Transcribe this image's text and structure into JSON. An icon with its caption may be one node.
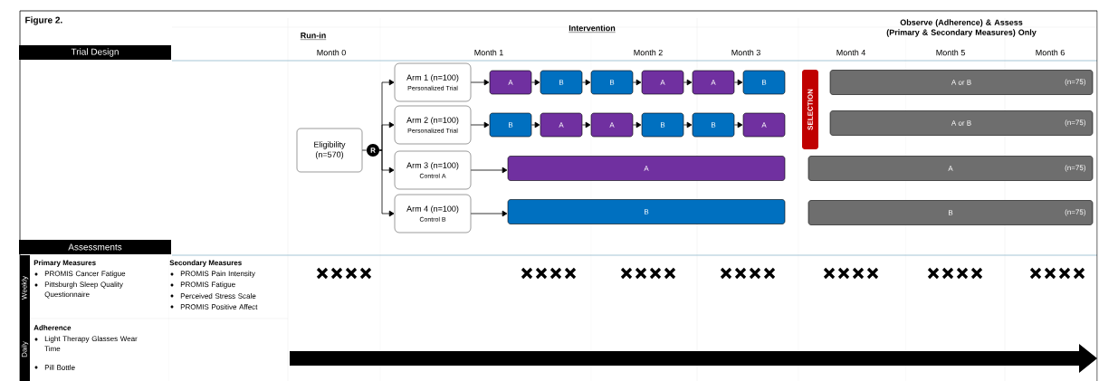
{
  "diagram": {
    "title": "Figure 2.",
    "nodes": [
      {
        "text": [
          "Eligibility (n=570)"
        ]
      },
      {
        "text": [
          "R"
        ]
      },
      {
        "text": [
          "Arm 1 (n=100)",
          "Personalized Trial"
        ]
      },
      {
        "text": [
          "Arm 2 (n=100)",
          "Personalized Trial"
        ]
      },
      {
        "text": [
          "Arm 3 (n=100)",
          "Control A"
        ]
      },
      {
        "text": [
          "Arm 4 (n=100)",
          "Control B"
        ]
      },
      {
        "text": [
          "A"
        ]
      },
      {
        "text": [
          "B"
        ]
      },
      {
        "text": [
          "B"
        ]
      },
      {
        "text": [
          "A"
        ]
      },
      {
        "text": [
          "A"
        ]
      },
      {
        "text": [
          "B"
        ]
      },
      {
        "text": [
          "B"
        ]
      },
      {
        "text": [
          "A"
        ]
      },
      {
        "text": [
          "A"
        ]
      },
      {
        "text": [
          "B"
        ]
      },
      {
        "text": [
          "B"
        ]
      },
      {
        "text": [
          "A"
        ]
      },
      {
        "text": [
          "A"
        ]
      },
      {
        "text": [
          "B"
        ]
      },
      {
        "text": [
          "SELECTION"
        ]
      },
      {
        "text": [
          "A or B",
          "(n=75)"
        ]
      },
      {
        "text": [
          "A or B",
          "(n=75)"
        ]
      },
      {
        "text": [
          "A",
          "(n=75)"
        ]
      },
      {
        "text": [
          "B",
          "(n=75)"
        ]
      }
    ],
    "edges": [
      {
        "from": 0,
        "to": 1,
        "arrow": "none"
      },
      {
        "from": 1,
        "to": 2,
        "arrow": "to"
      },
      {
        "from": 1,
        "to": 3,
        "arrow": "to"
      },
      {
        "from": 1,
        "to": 4,
        "arrow": "to"
      },
      {
        "from": 1,
        "to": 5,
        "arrow": "to"
      },
      {
        "from": 2,
        "to": 6,
        "arrow": "to"
      },
      {
        "from": 6,
        "to": 7,
        "arrow": "to"
      },
      {
        "from": 7,
        "to": 8,
        "arrow": "to"
      },
      {
        "from": 8,
        "to": 9,
        "arrow": "to"
      },
      {
        "from": 9,
        "to": 10,
        "arrow": "to"
      },
      {
        "from": 10,
        "to": 11,
        "arrow": "to"
      },
      {
        "from": 3,
        "to": 12,
        "arrow": "to"
      },
      {
        "from": 12,
        "to": 13,
        "arrow": "to"
      },
      {
        "from": 13,
        "to": 14,
        "arrow": "to"
      },
      {
        "from": 14,
        "to": 15,
        "arrow": "to"
      },
      {
        "from": 15,
        "to": 16,
        "arrow": "to"
      },
      {
        "from": 16,
        "to": 17,
        "arrow": "to"
      },
      {
        "from": 4,
        "to": 18,
        "arrow": "to"
      },
      {
        "from": 5,
        "to": 19,
        "arrow": "to"
      }
    ],
    "labels": [
      "Run-in",
      "Intervention",
      "Observe (Adherence) & Assess (Primary & Secondary Measures) Only",
      "Trial Design",
      "Month 0",
      "Month 1",
      "Month 2",
      "Month 3",
      "Month 4",
      "Month 5",
      "Month 6",
      "Assessments",
      "Weekly",
      "Primary Measures",
      "PROMIS Cancer Fatigue",
      "Pittsburgh Sleep Quality Questionnaire",
      "Secondary Measures",
      "PROMIS Pain Intensity",
      "PROMIS Fatigue",
      "Perceived Stress Scale",
      "PROMIS Positive Affect",
      "Daily",
      "Adherence",
      "Light Therapy Glasses Wear Time",
      "Pill Bottle"
    ]
  }
}
